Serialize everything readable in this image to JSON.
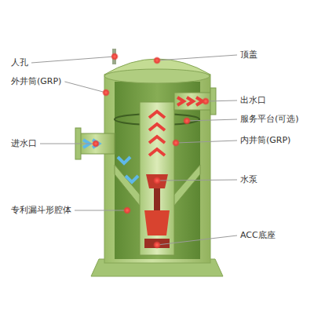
{
  "diagram": {
    "labels": [
      "人孔",
      "外井筒(GRP)",
      "进水口",
      "专利漏斗形腔体",
      "顶盖",
      "出水口",
      "服务平台(可选)",
      "内井筒(GRP)",
      "水泵",
      "ACC底座"
    ]
  }
}
